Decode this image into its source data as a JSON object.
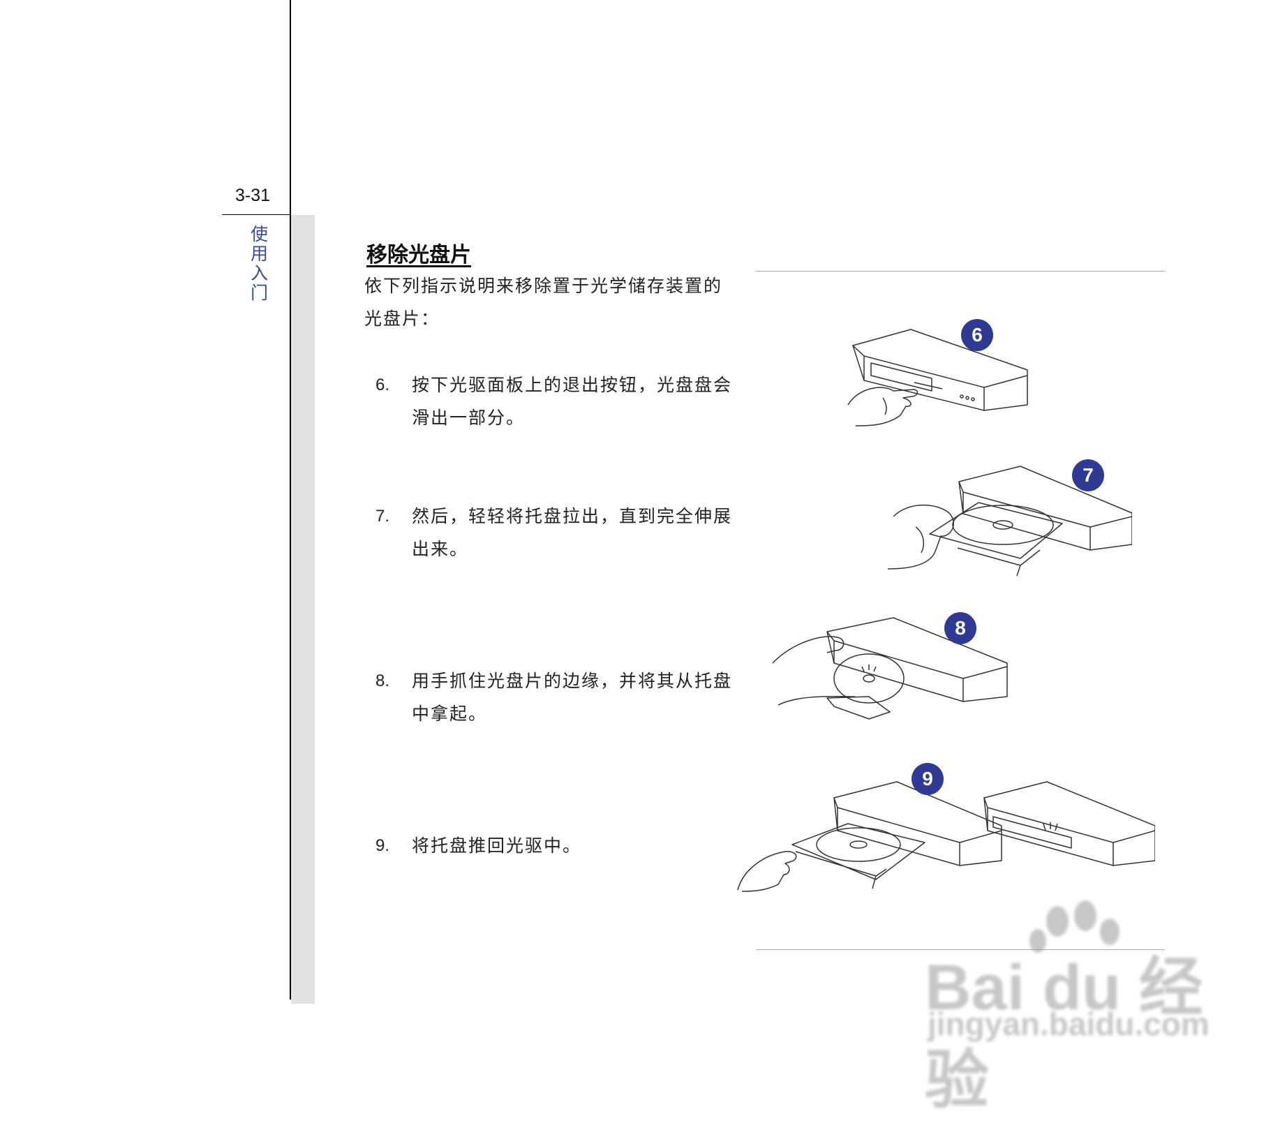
{
  "margin": {
    "page_number": "3-31",
    "chapter": "使用入门"
  },
  "section": {
    "title": "移除光盘片",
    "intro": "依下列指示说明来移除置于光学储存装置的光盘片："
  },
  "steps": [
    {
      "number": "6.",
      "text": "按下光驱面板上的退出按钮，光盘盘会滑出一部分。"
    },
    {
      "number": "7.",
      "text": "然后，轻轻将托盘拉出，直到完全伸展出来。"
    },
    {
      "number": "8.",
      "text": "用手抓住光盘片的边缘，并将其从托盘中拿起。"
    },
    {
      "number": "9.",
      "text": "将托盘推回光驱中。"
    }
  ],
  "figures": [
    {
      "badge": "6",
      "icon": "laptop-eject-button-illustration"
    },
    {
      "badge": "7",
      "icon": "laptop-pull-tray-illustration"
    },
    {
      "badge": "8",
      "icon": "laptop-remove-disc-illustration"
    },
    {
      "badge": "9",
      "icon": "laptop-close-tray-illustration"
    }
  ],
  "watermark": {
    "brand": "Bai du 经验",
    "url": "jingyan.baidu.com"
  },
  "colors": {
    "badge": "#2e3a93",
    "chapter_text": "#3a4a9a",
    "side_band": "#e1e1e1"
  }
}
